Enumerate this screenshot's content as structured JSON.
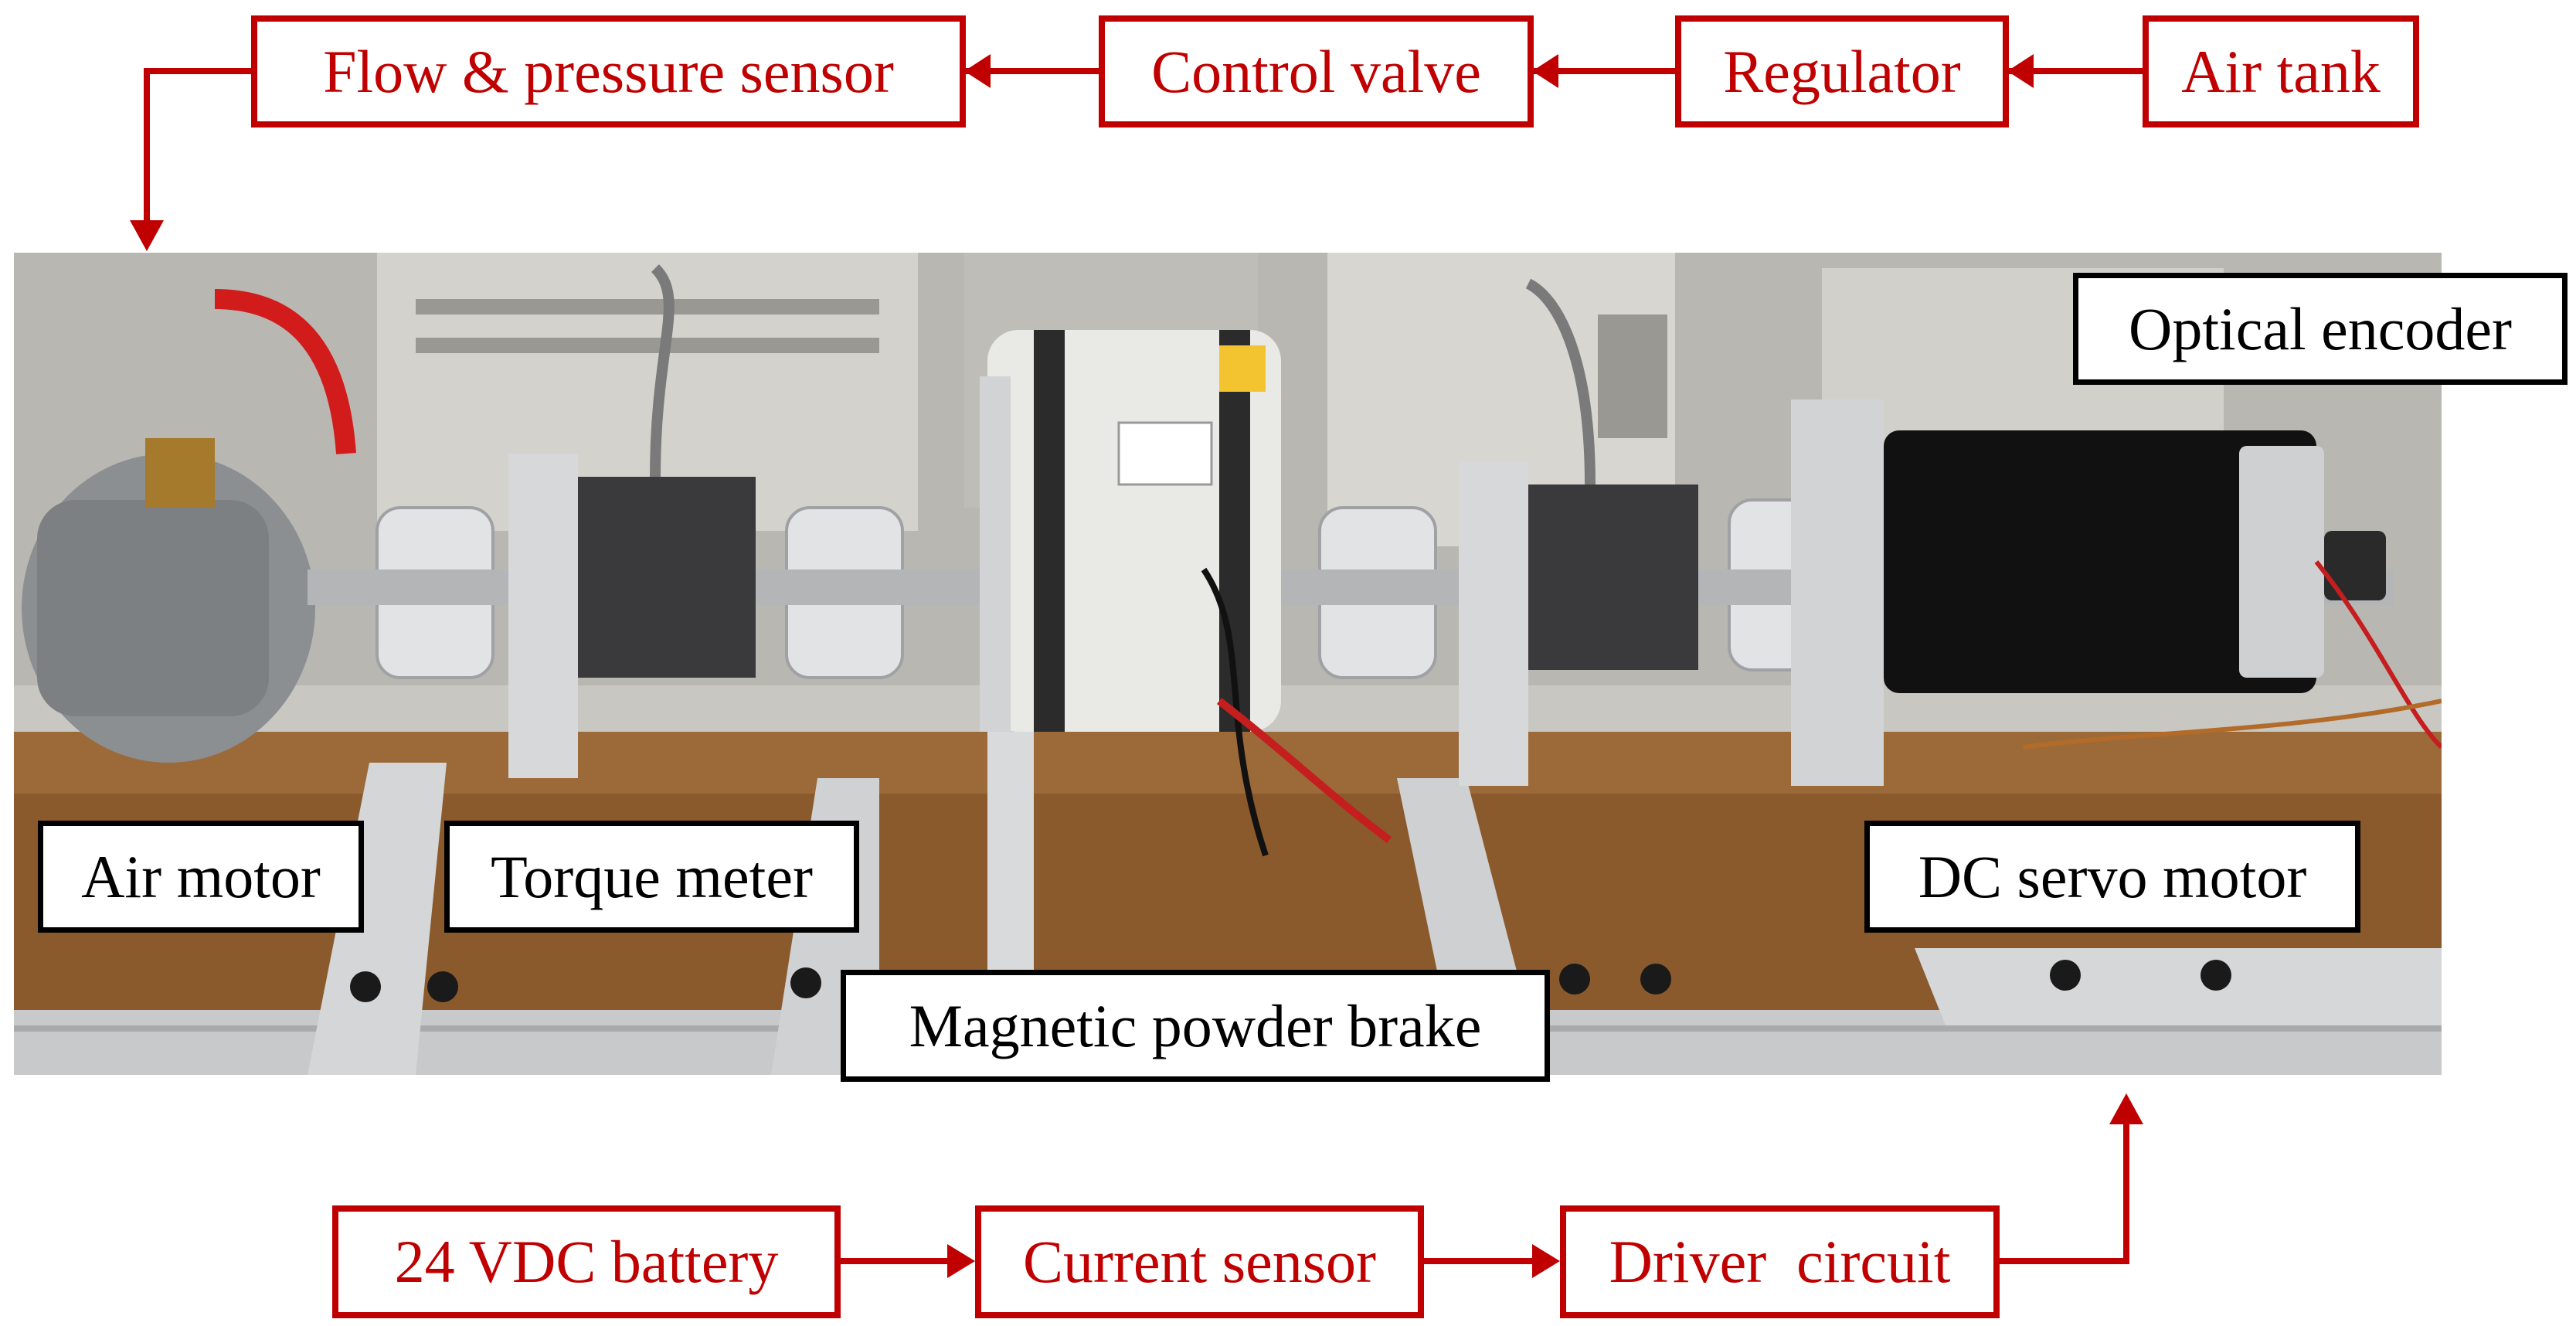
{
  "flow_top": {
    "air_tank": "Air tank",
    "regulator": "Regulator",
    "control_valve": "Control valve",
    "flow_pressure_sensor": "Flow & pressure sensor"
  },
  "flow_bottom": {
    "battery": "24 VDC battery",
    "current_sensor": "Current sensor",
    "driver_circuit": "Driver  circuit"
  },
  "labels": {
    "optical_encoder": "Optical encoder",
    "air_motor": "Air motor",
    "torque_meter": "Torque meter",
    "dc_servo_motor": "DC servo motor",
    "magnetic_powder_brake": "Magnetic powder brake"
  },
  "colors": {
    "flow_red": "#c00000",
    "label_black": "#000000"
  }
}
